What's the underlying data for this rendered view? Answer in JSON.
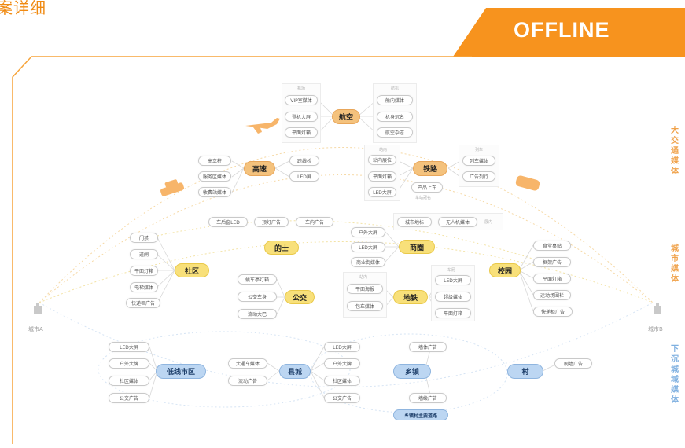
{
  "header": {
    "title_partial": "案详细",
    "badge": "OFFLINE"
  },
  "side_labels": {
    "transport": "大交通媒体",
    "urban": "城市媒体",
    "sinking": "下沉城域媒体"
  },
  "cities": {
    "a": "城市A",
    "b": "城市B"
  },
  "hubs": {
    "aviation": "航空",
    "highway": "高速",
    "railway": "铁路",
    "taxi": "的士",
    "business": "商圈",
    "community": "社区",
    "bus": "公交",
    "metro": "地铁",
    "campus": "校园",
    "low_tier_city": "低线市区",
    "county": "县城",
    "town": "乡镇",
    "village": "村",
    "town_road": "乡镇村主要道路"
  },
  "groups": {
    "airport": "机场",
    "aircraft": "航机",
    "station": "站内",
    "train": "列车",
    "mall": "城市地标",
    "subway": "站内",
    "carriage": "车厢"
  },
  "aviation": {
    "airport_items": [
      "VIP室媒体",
      "登机大屏",
      "平面灯箱"
    ],
    "aircraft_items": [
      "舱内媒体",
      "机身冠名",
      "航空杂志"
    ]
  },
  "highway": {
    "left": [
      "高立柱",
      "服务区媒体",
      "收费站媒体"
    ],
    "right": [
      "跨线桥",
      "LED屏"
    ]
  },
  "railway": {
    "station": [
      "站内展位",
      "平面灯箱",
      "LED大屏"
    ],
    "extra": [
      "产品上车",
      "车站冠名"
    ],
    "train": [
      "列车媒体",
      "广告列行"
    ]
  },
  "taxi": {
    "items": [
      "车后窗LED",
      "顶灯广告",
      "车内广告"
    ]
  },
  "business": {
    "items": [
      "户外大屏",
      "LED大屏",
      "商业街媒体"
    ],
    "top": [
      "城市地标",
      "无人机媒体"
    ],
    "top_faint": "展内"
  },
  "community": {
    "items": [
      "门禁",
      "道闸",
      "平面灯箱",
      "电梯媒体",
      "快递柜广告"
    ]
  },
  "bus": {
    "items": [
      "候车亭灯箱",
      "公交车身",
      "流动大巴"
    ]
  },
  "metro": {
    "left": [
      "平面海报",
      "包车媒体"
    ],
    "right": [
      "LED大屏",
      "超级媒体",
      "平面灯箱"
    ]
  },
  "campus": {
    "items": [
      "食堂桌贴",
      "框架广告",
      "平面灯箱",
      "运动场围栏",
      "快递柜广告"
    ]
  },
  "low_tier_city": {
    "items": [
      "LED大屏",
      "户外大牌",
      "社区媒体",
      "公交广告"
    ]
  },
  "county": {
    "left": [
      "大通车媒体",
      "流动广告"
    ],
    "right": [
      "LED大屏",
      "户外大牌",
      "社区媒体",
      "公交广告"
    ]
  },
  "town": {
    "items": [
      "墙体广告",
      "墙绘广告"
    ]
  },
  "village": {
    "items": [
      "刷墙广告"
    ]
  }
}
